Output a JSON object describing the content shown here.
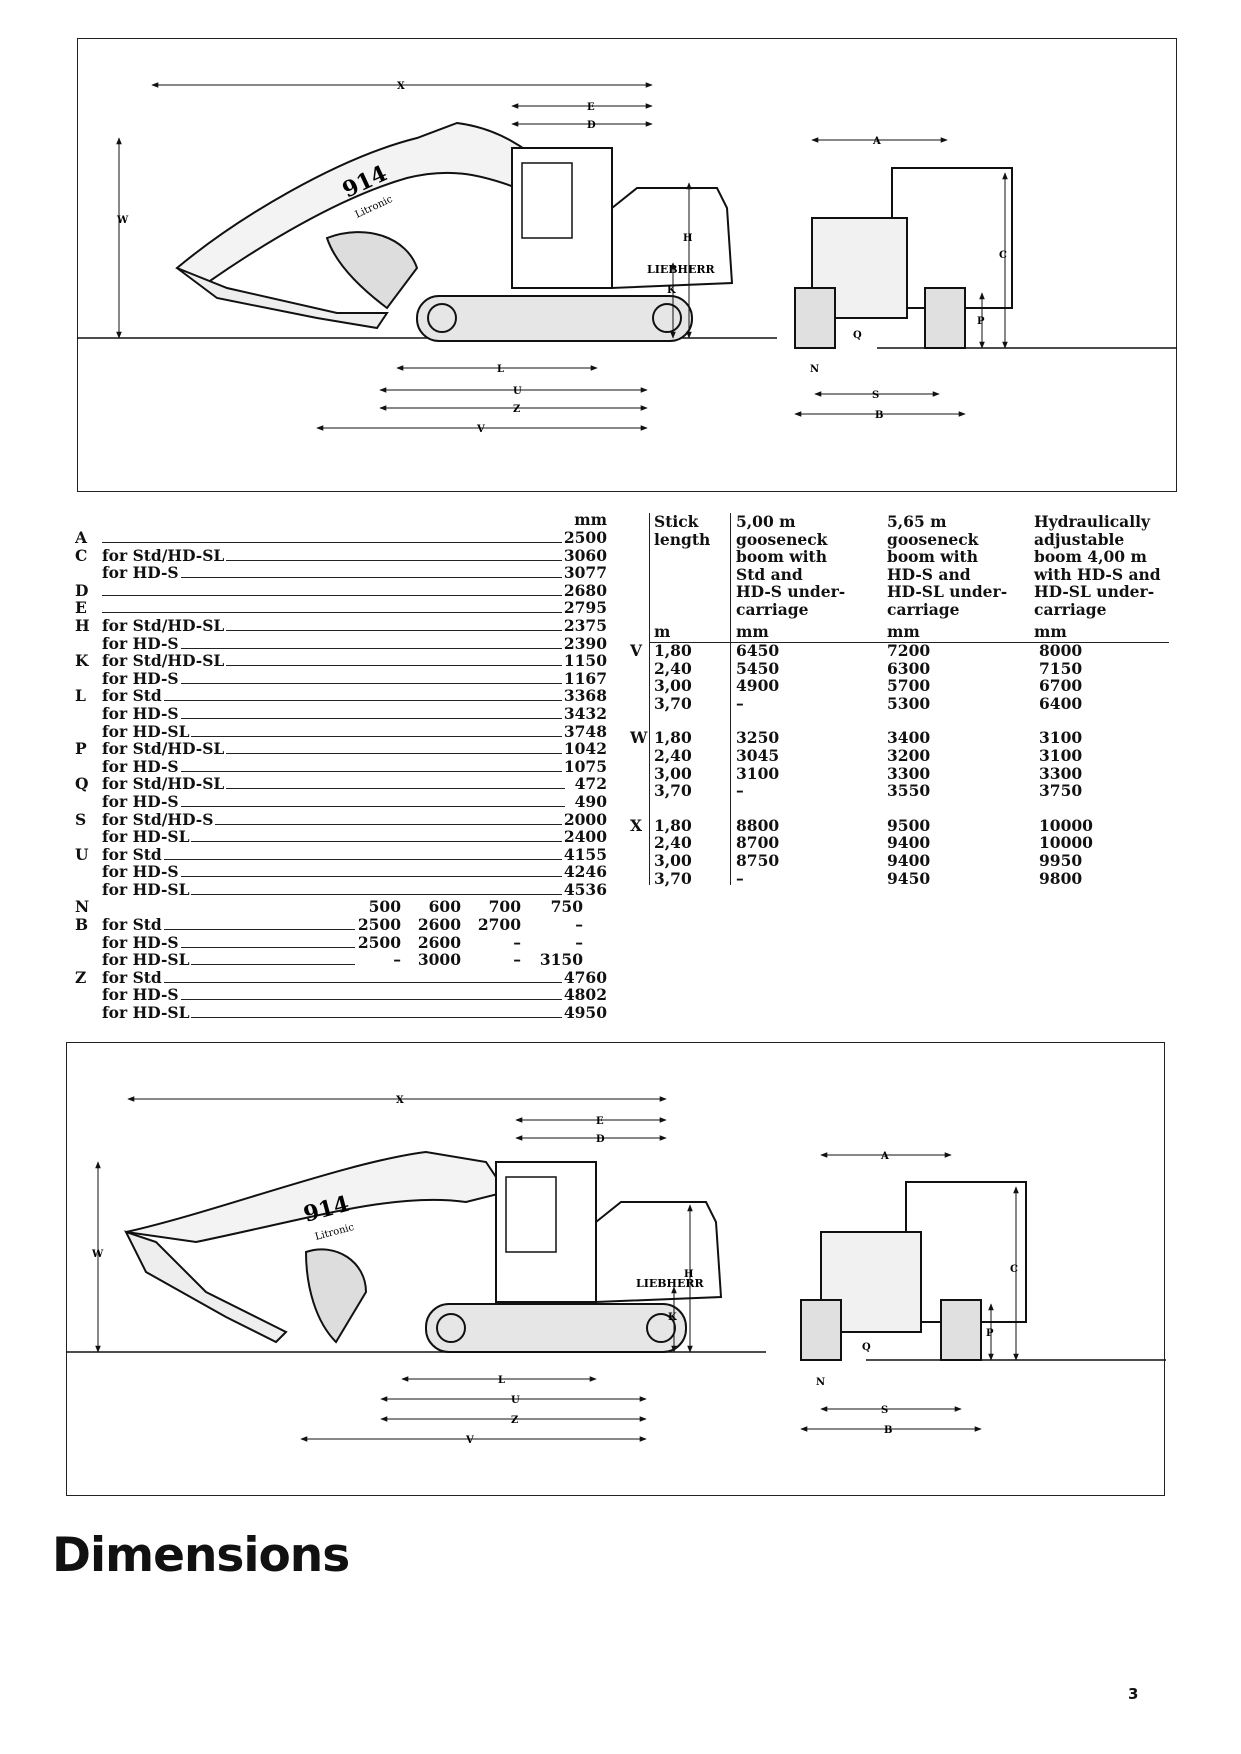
{
  "diagram": {
    "labels": {
      "X": "X",
      "E": "E",
      "D": "D",
      "W": "W",
      "H": "H",
      "K": "K",
      "L": "L",
      "U": "U",
      "Z": "Z",
      "V": "V",
      "A": "A",
      "C": "C",
      "P": "P",
      "Q": "Q",
      "N": "N",
      "S": "S",
      "B": "B"
    },
    "model": "914",
    "sub": "Litronic",
    "brand": "LIEBHERR"
  },
  "dimensions": {
    "unit": "mm",
    "rows": [
      {
        "letter": "A",
        "text": "",
        "value": "2500"
      },
      {
        "letter": "C",
        "text": "for Std/HD-SL",
        "value": "3060"
      },
      {
        "letter": "",
        "text": "for HD-S",
        "value": "3077"
      },
      {
        "letter": "D",
        "text": "",
        "value": "2680"
      },
      {
        "letter": "E",
        "text": "",
        "value": "2795"
      },
      {
        "letter": "H",
        "text": "for Std/HD-SL",
        "value": "2375"
      },
      {
        "letter": "",
        "text": "for HD-S",
        "value": "2390"
      },
      {
        "letter": "K",
        "text": "for Std/HD-SL",
        "value": "1150"
      },
      {
        "letter": "",
        "text": "for HD-S",
        "value": "1167"
      },
      {
        "letter": "L",
        "text": "for Std",
        "value": "3368"
      },
      {
        "letter": "",
        "text": "for HD-S",
        "value": "3432"
      },
      {
        "letter": "",
        "text": "for HD-SL",
        "value": "3748"
      },
      {
        "letter": "P",
        "text": "for Std/HD-SL",
        "value": "1042"
      },
      {
        "letter": "",
        "text": "for HD-S",
        "value": "1075"
      },
      {
        "letter": "Q",
        "text": "for Std/HD-SL",
        "value": "472"
      },
      {
        "letter": "",
        "text": "for HD-S",
        "value": "490"
      },
      {
        "letter": "S",
        "text": "for Std/HD-S",
        "value": "2000"
      },
      {
        "letter": "",
        "text": "for HD-SL",
        "value": "2400"
      },
      {
        "letter": "U",
        "text": "for Std",
        "value": "4155"
      },
      {
        "letter": "",
        "text": "for HD-S",
        "value": "4246"
      },
      {
        "letter": "",
        "text": "for HD-SL",
        "value": "4536"
      }
    ],
    "n_row": {
      "letter": "N",
      "cols": [
        "500",
        "600",
        "700",
        "750"
      ]
    },
    "b_rows": [
      {
        "letter": "B",
        "text": "for Std",
        "cols": [
          "2500",
          "2600",
          "2700",
          "–"
        ]
      },
      {
        "letter": "",
        "text": "for HD-S",
        "cols": [
          "2500",
          "2600",
          "–",
          "–"
        ]
      },
      {
        "letter": "",
        "text": "for HD-SL",
        "cols": [
          "–",
          "3000",
          "–",
          "3150"
        ]
      }
    ],
    "z_rows": [
      {
        "letter": "Z",
        "text": "for Std",
        "value": "4760"
      },
      {
        "letter": "",
        "text": "for HD-S",
        "value": "4802"
      },
      {
        "letter": "",
        "text": "for HD-SL",
        "value": "4950"
      }
    ]
  },
  "stick_table": {
    "headers": {
      "stick": "Stick\nlength",
      "unit_m": "m",
      "col1": "5,00 m\ngooseneck\nboom with\nStd and\nHD-S under-\ncarriage",
      "col2": "5,65 m\ngooseneck\nboom with\nHD-S and\nHD-SL under-\ncarriage",
      "col3": "Hydraulically\nadjustable\nboom 4,00 m\nwith HD-S and\nHD-SL under-\ncarriage",
      "unit_mm1": "mm",
      "unit_mm2": "mm",
      "unit_mm3": "mm"
    },
    "groups": [
      {
        "letter": "V",
        "rows": [
          {
            "len": "1,80",
            "c1": "6450",
            "c2": "7200",
            "c3": "8000"
          },
          {
            "len": "2,40",
            "c1": "5450",
            "c2": "6300",
            "c3": "7150"
          },
          {
            "len": "3,00",
            "c1": "4900",
            "c2": "5700",
            "c3": "6700"
          },
          {
            "len": "3,70",
            "c1": "–",
            "c2": "5300",
            "c3": "6400"
          }
        ]
      },
      {
        "letter": "W",
        "rows": [
          {
            "len": "1,80",
            "c1": "3250",
            "c2": "3400",
            "c3": "3100"
          },
          {
            "len": "2,40",
            "c1": "3045",
            "c2": "3200",
            "c3": "3100"
          },
          {
            "len": "3,00",
            "c1": "3100",
            "c2": "3300",
            "c3": "3300"
          },
          {
            "len": "3,70",
            "c1": "–",
            "c2": "3550",
            "c3": "3750"
          }
        ]
      },
      {
        "letter": "X",
        "rows": [
          {
            "len": "1,80",
            "c1": "8800",
            "c2": "9500",
            "c3": "10000"
          },
          {
            "len": "2,40",
            "c1": "8700",
            "c2": "9400",
            "c3": "10000"
          },
          {
            "len": "3,00",
            "c1": "8750",
            "c2": "9400",
            "c3": "9950"
          },
          {
            "len": "3,70",
            "c1": "–",
            "c2": "9450",
            "c3": "9800"
          }
        ]
      }
    ]
  },
  "title": "Dimensions",
  "page_number": "3"
}
